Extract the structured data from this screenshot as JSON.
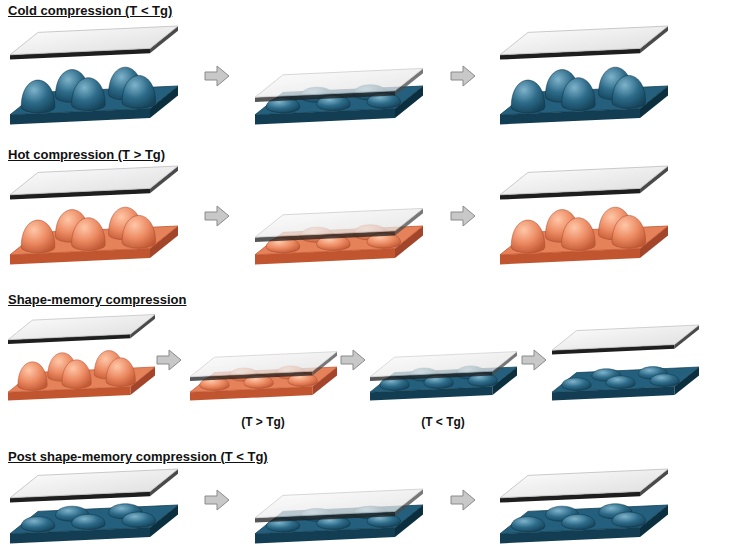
{
  "diagram": {
    "labels": [
      "Cold compression (T < Tg)",
      "Hot compression (T > Tg)",
      "Shape-memory compression",
      "(T > Tg)",
      "(T < Tg)",
      "Post shape-memory compression (T < Tg)"
    ]
  }
}
